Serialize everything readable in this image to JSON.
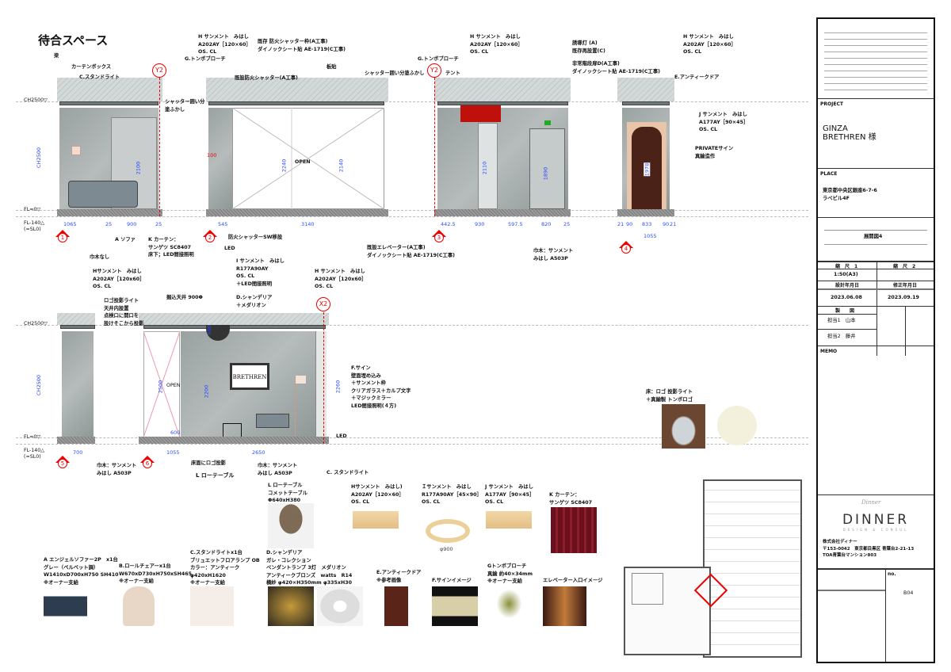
{
  "title": "待合スペース",
  "levels": {
    "ch": "CH2500▽",
    "fl": "FL=0▽",
    "fl_sl": "FL-140△\n(=SL0)",
    "d140": "140"
  },
  "grid": {
    "y2": "Y2",
    "x2": "X2"
  },
  "elev1": {
    "marker": "1",
    "labels": [
      "梁",
      "カーテンボックス",
      "C.スタンドライト",
      "H サンメント　みはし\nA202AY［120×60］\nOS. CL",
      "G.トンボブローチ",
      "シャッター囲い分\n塗ふかし",
      "A ソファ",
      "K カーテン：\nサンゲツ SC8407\n床下；LED間接照明",
      "巾木なし"
    ],
    "dims": [
      "1065",
      "25",
      "900",
      "25",
      "2100",
      "CH2500"
    ]
  },
  "elev2": {
    "marker": "2",
    "labels": [
      "既存 防火シャッター枠(A工事)\nダイノックシート貼 AE-1719(C工事)",
      "既設防火シャッター(A工事)",
      "板貼",
      "防火シャッターSW移設",
      "LED",
      "OPEN"
    ],
    "dims": [
      "545",
      "3140",
      "2240",
      "2140",
      "100"
    ]
  },
  "elev3": {
    "marker": "3",
    "labels": [
      "シャッター囲い分塗ふかし",
      "G.トンボブローチ",
      "テント",
      "H サンメント　みはし\nA202AY［120×60］\nOS. CL",
      "誘導灯 (A)\n既存再設置(C)",
      "非常階段扉D(A工事)\nダイノックシート貼 AE-1719(C工事)",
      "既設エレベーター(A工事)\nダイノックシート貼 AE-1719(C工事)",
      "巾木：サンメント\nみはし A503P"
    ],
    "dims": [
      "442.5",
      "930",
      "597.5",
      "820",
      "25",
      "2110",
      "1890"
    ]
  },
  "elev4": {
    "marker": "4",
    "labels": [
      "H サンメント　みはし\nA202AY［120×60］\nOS. CL",
      "E.アンティークドア",
      "J サンメント　みはし\nA177AY［90×45］\nOS. CL",
      "PRIVATEサイン\n真鍮造作"
    ],
    "dims": [
      "21",
      "90",
      "833",
      "90",
      "21",
      "1055",
      "1978"
    ]
  },
  "elev5": {
    "marker": "5",
    "labels": [
      "Hサンメント　みはし\nA202AY［120x60］\nOS. CL",
      "巾木：サンメント\nみはし A503P"
    ],
    "dims": [
      "700",
      "CH2500"
    ]
  },
  "elev6": {
    "marker": "6",
    "labels": [
      "I サンメント　みはし\nR177A90AY\nOS. CL\n＋LED間接照明",
      "ロゴ投影ライト\n天井内設置\n点検口に開口を\n設けそこから投影",
      "掘込天井 900Φ",
      "D.シャンデリア\n＋メダリオン",
      "H サンメント　みはし\nA202AY［120x60］\nOS. CL",
      "F.サイン\n壁面埋め込み\n＋サンメント枠\nクリアガラス＋カルプ文字\n＋マジックミラー\nLED間接照明(４方)",
      "LED",
      "床面にロゴ投影",
      "L ローテーブル",
      "巾木：サンメント\nみはし A503P",
      "C. スタンドライト",
      "OPEN",
      "床：ロゴ 投影ライト\n＋真鍮製 トンボロゴ"
    ],
    "dims": [
      "600",
      "1055",
      "2650",
      "2500",
      "2200",
      "2260",
      "600"
    ],
    "sign": "BRETHREN"
  },
  "catalog": [
    {
      "label": "A エンジェルソファー2P　x1台\nグレー（ベルベット調）\n W1410xD700xH750 SH410\n※オーナー支給"
    },
    {
      "label": "B.ロールチェアーx1台\nW670xD730xH750xSH465\n※オーナー支給"
    },
    {
      "label": "C.スタンドライトx1台\nブリュエットフロアランプ OB\nカラー：アンティーク\nφ420xH1620\n※オーナー支給"
    },
    {
      "label": "D.シャンデリア\nガレ・コレクション\nペンダントランプ 3灯　メダリオン\nアンティークブロンズ　watts　R14\n横紗 φ420×H350mm φ335xH30"
    },
    {
      "label": "E.アンティークドア\n※参考画像"
    },
    {
      "label": "F.サインイメージ"
    },
    {
      "label": "Gトンボブローチ\n真鍮 約40×34mm\n※オーナー支給"
    },
    {
      "label": "エレベーター入口イメージ"
    },
    {
      "label": "L ローテーブル\nコメットテーブル\nΦ640xH380"
    },
    {
      "label": "Hサンメント　みはし)\nA202AY［120×60］\nOS. CL"
    },
    {
      "label": "Ｉサンメント　みはし\nR177A90AY［45×90］\nOS. CL",
      "note": "φ900"
    },
    {
      "label": "J サンメント　みはし\nA177AY［90×45］\nOS. CL"
    },
    {
      "label": "K カーテン：\nサンゲツ SC8407"
    }
  ],
  "title_block": {
    "project_label": "PROJECT",
    "project": "GINZA\nBRETHREN 様",
    "place_label": "PLACE",
    "place": "東京都中央区銀座6-7-6\nラペビル4F",
    "drawing": "展開図4",
    "scale1_label": "縮　尺　1",
    "scale2_label": "縮　尺　2",
    "scale1": "1:50(A3)",
    "design_date_label": "設計年月日",
    "revise_date_label": "修正年月日",
    "design_date": "2023.06.08",
    "revise_date": "2023.09.19",
    "made_label": "製　　図",
    "person1": "担当1　山本",
    "person2": "担当2　藤井",
    "memo_label": "MEMO",
    "logo_script": "Dinner",
    "logo": "DINNER",
    "logo_sub": "DESIGN & CONSUL",
    "company": "株式会社ディナー\n〒153-0042　東京都目黒区 青葉台2-21-13\nTOA青葉台マンション803",
    "no_label": "no.",
    "no": "B04"
  }
}
